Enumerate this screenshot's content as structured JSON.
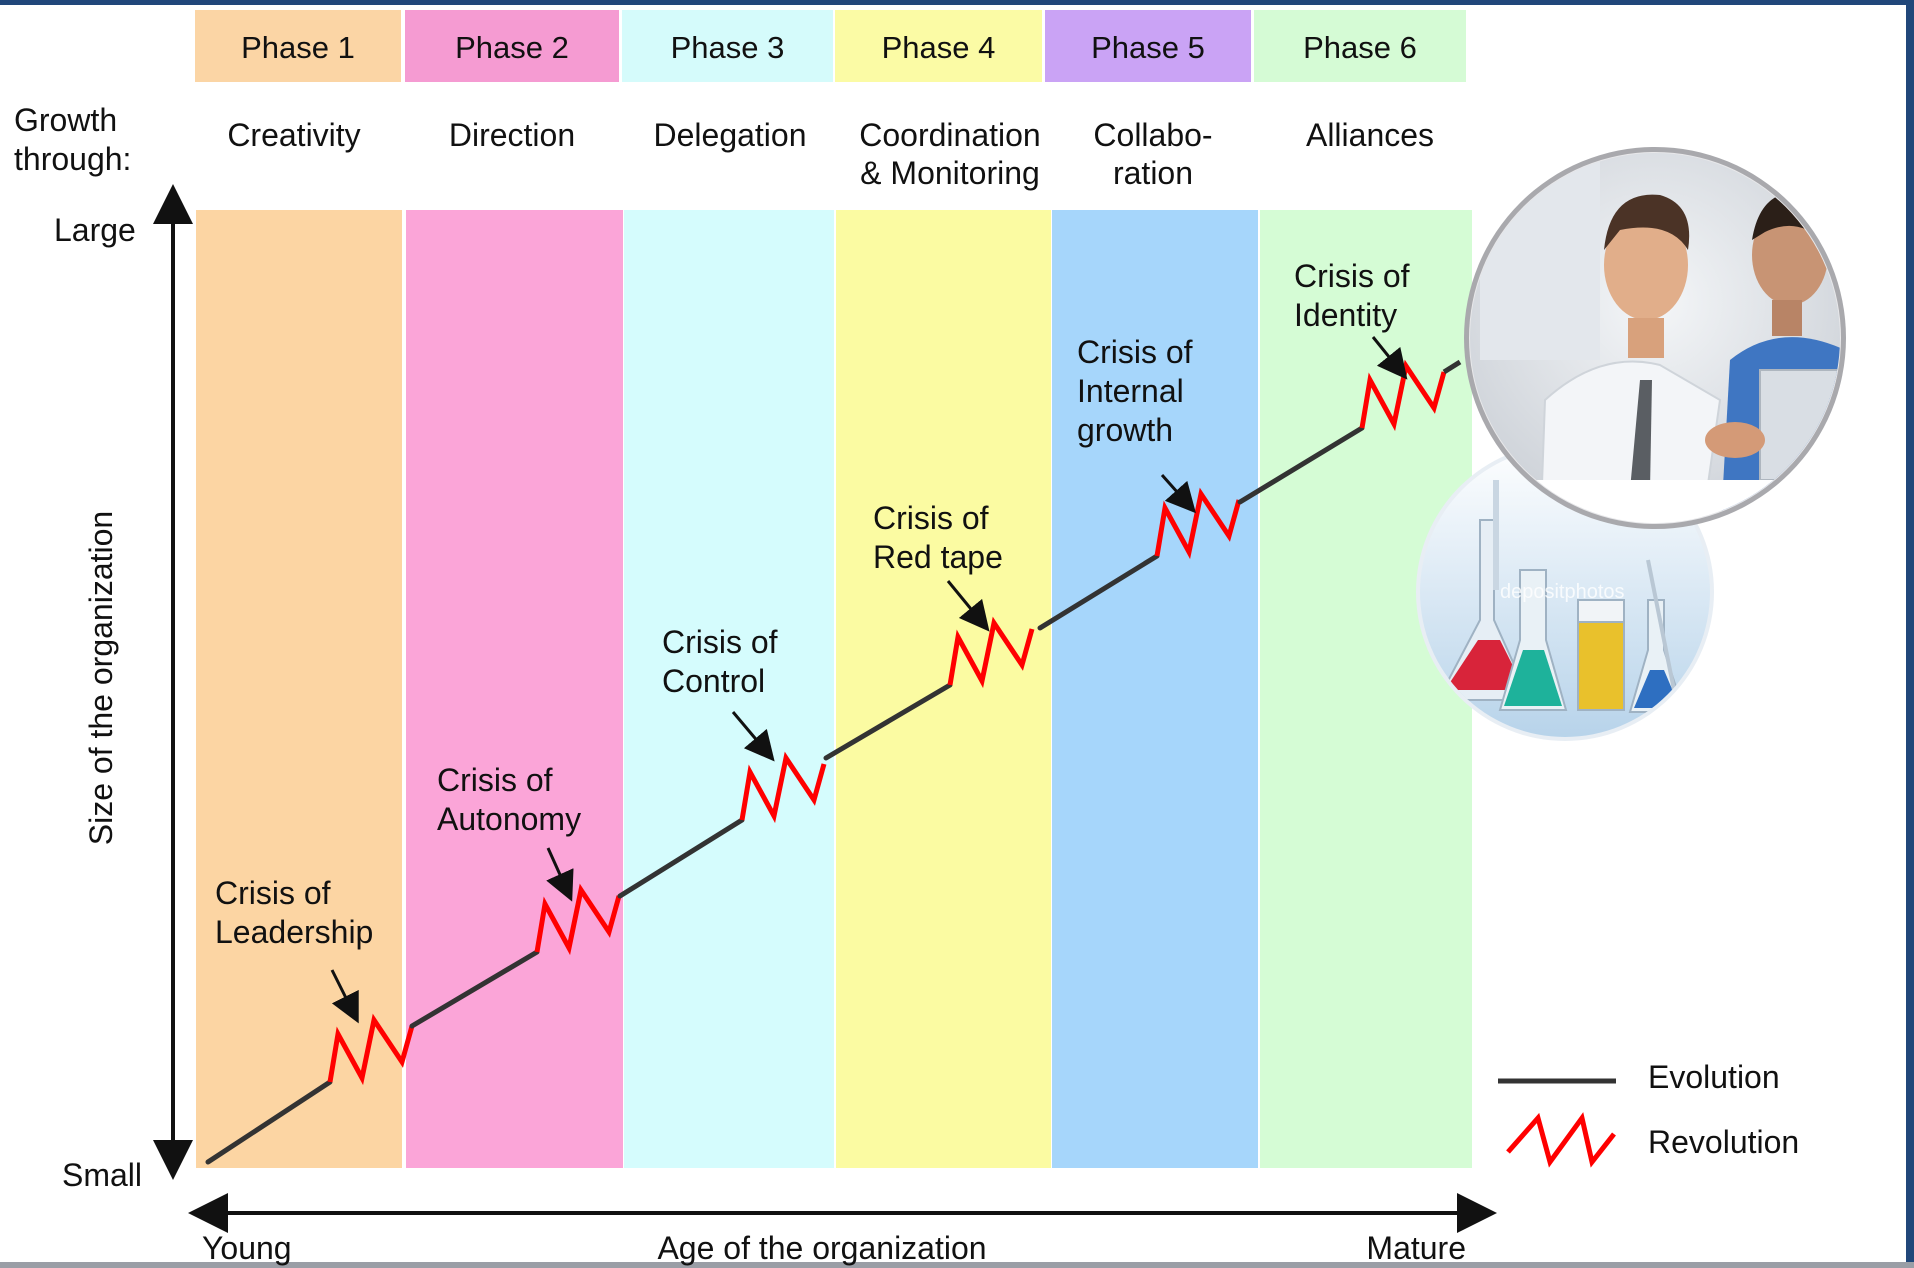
{
  "phases": [
    {
      "label": "Phase 1",
      "growth": [
        "Creativity"
      ],
      "crisis": [
        "Crisis of",
        "Leadership"
      ],
      "header_color": "#fbd5a5",
      "band_color": "#fcd5a3"
    },
    {
      "label": "Phase 2",
      "growth": [
        "Direction"
      ],
      "crisis": [
        "Crisis of",
        "Autonomy"
      ],
      "header_color": "#f59bd2",
      "band_color": "#fba5d8"
    },
    {
      "label": "Phase 3",
      "growth": [
        "Delegation"
      ],
      "crisis": [
        "Crisis of",
        "Control"
      ],
      "header_color": "#d5fbfb",
      "band_color": "#d5fcfd"
    },
    {
      "label": "Phase 4",
      "growth": [
        "Coordination",
        "& Monitoring"
      ],
      "crisis": [
        "Crisis of",
        "Red tape"
      ],
      "header_color": "#fbfba5",
      "band_color": "#fbfba2"
    },
    {
      "label": "Phase 5",
      "growth": [
        "Collabo-",
        "ration"
      ],
      "crisis": [
        "Crisis of",
        "Internal",
        "growth"
      ],
      "header_color": "#caa3f5",
      "band_color": "#a6d6fb"
    },
    {
      "label": "Phase 6",
      "growth": [
        "Alliances"
      ],
      "crisis": [
        "Crisis of",
        "Identity"
      ],
      "header_color": "#d5fbd5",
      "band_color": "#d5fcd5"
    }
  ],
  "growth_label": [
    "Growth",
    "through:"
  ],
  "y_axis": {
    "title": "Size of the organization",
    "top": "Large",
    "bottom": "Small"
  },
  "x_axis": {
    "title": "Age of the organization",
    "left": "Young",
    "right": "Mature"
  },
  "legend": {
    "evolution": "Evolution",
    "revolution": "Revolution"
  },
  "colors": {
    "evolution": "#333333",
    "revolution": "#ff0000",
    "frame": "#21477a"
  },
  "photo_watermark": "depositphotos"
}
